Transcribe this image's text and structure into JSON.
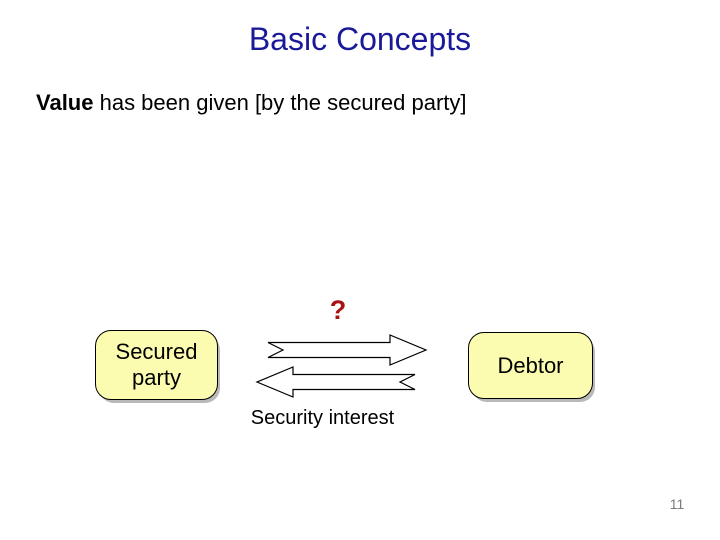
{
  "slide": {
    "title": "Basic Concepts",
    "body_lead": "Value",
    "body_rest": " has been given [by the secured party]",
    "question_mark": "?",
    "left_box_label": "Secured party",
    "right_box_label": "Debtor",
    "arrow_caption": "Security interest",
    "slide_number": "11",
    "icons": {
      "top_arrow": "notched-right-arrow-icon",
      "bottom_arrow": "notched-left-arrow-icon"
    },
    "colors": {
      "title_color": "#1a1a99",
      "question_color": "#a81212",
      "box_fill": "#fcfcb0",
      "box_border": "#000000",
      "arrow_fill": "#ffffff",
      "arrow_outline": "#000000"
    }
  }
}
